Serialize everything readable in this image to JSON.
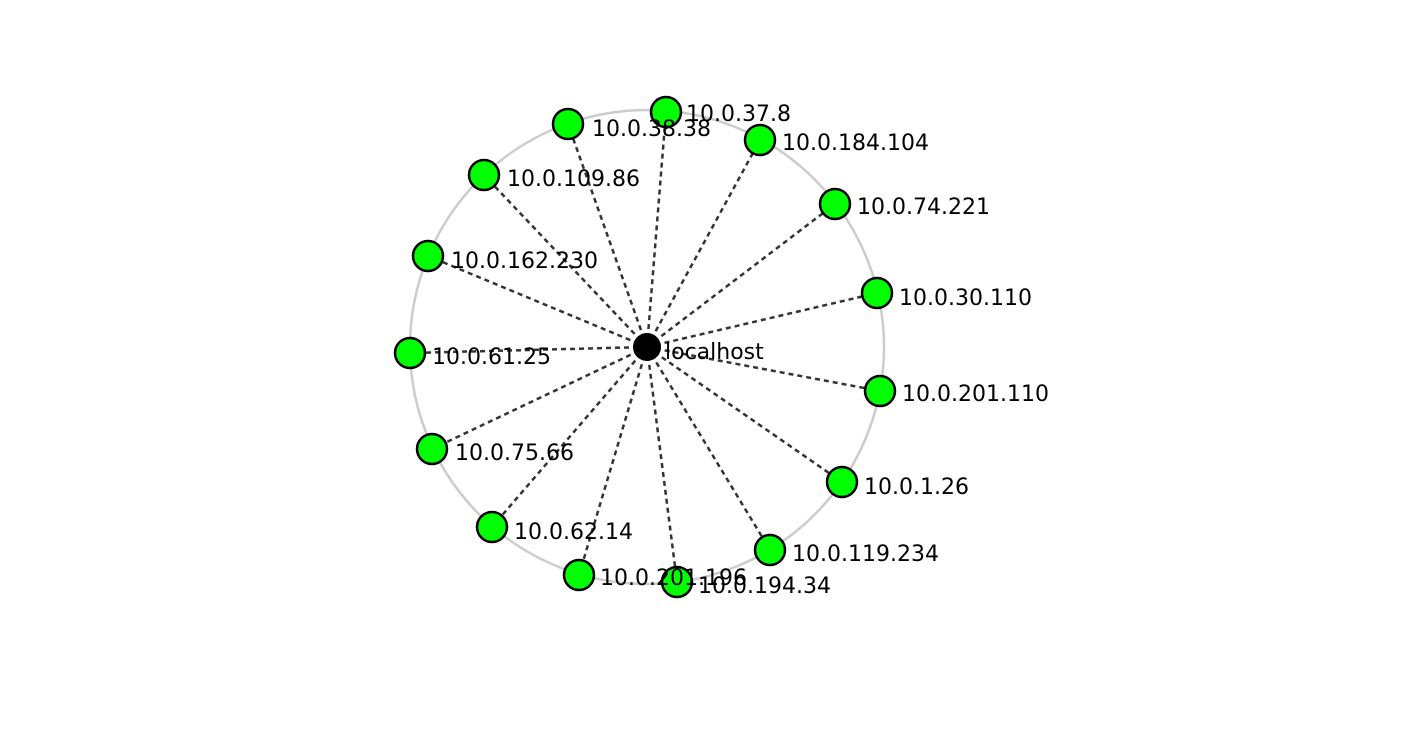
{
  "center": {
    "label": "localhost",
    "color": "#000000"
  },
  "ring_color": "#cccccc",
  "edge_color": "#333333",
  "node_color": "#00ff00",
  "node_stroke": "#000000",
  "nodes": [
    {
      "label": "10.0.37.8"
    },
    {
      "label": "10.0.184.104"
    },
    {
      "label": "10.0.74.221"
    },
    {
      "label": "10.0.30.110"
    },
    {
      "label": "10.0.201.110"
    },
    {
      "label": "10.0.1.26"
    },
    {
      "label": "10.0.119.234"
    },
    {
      "label": "10.0.194.34"
    },
    {
      "label": "10.0.201.196"
    },
    {
      "label": "10.0.62.14"
    },
    {
      "label": "10.0.75.66"
    },
    {
      "label": "10.0.61.25"
    },
    {
      "label": "10.0.162.230"
    },
    {
      "label": "10.0.109.86"
    },
    {
      "label": "10.0.38.38"
    }
  ]
}
